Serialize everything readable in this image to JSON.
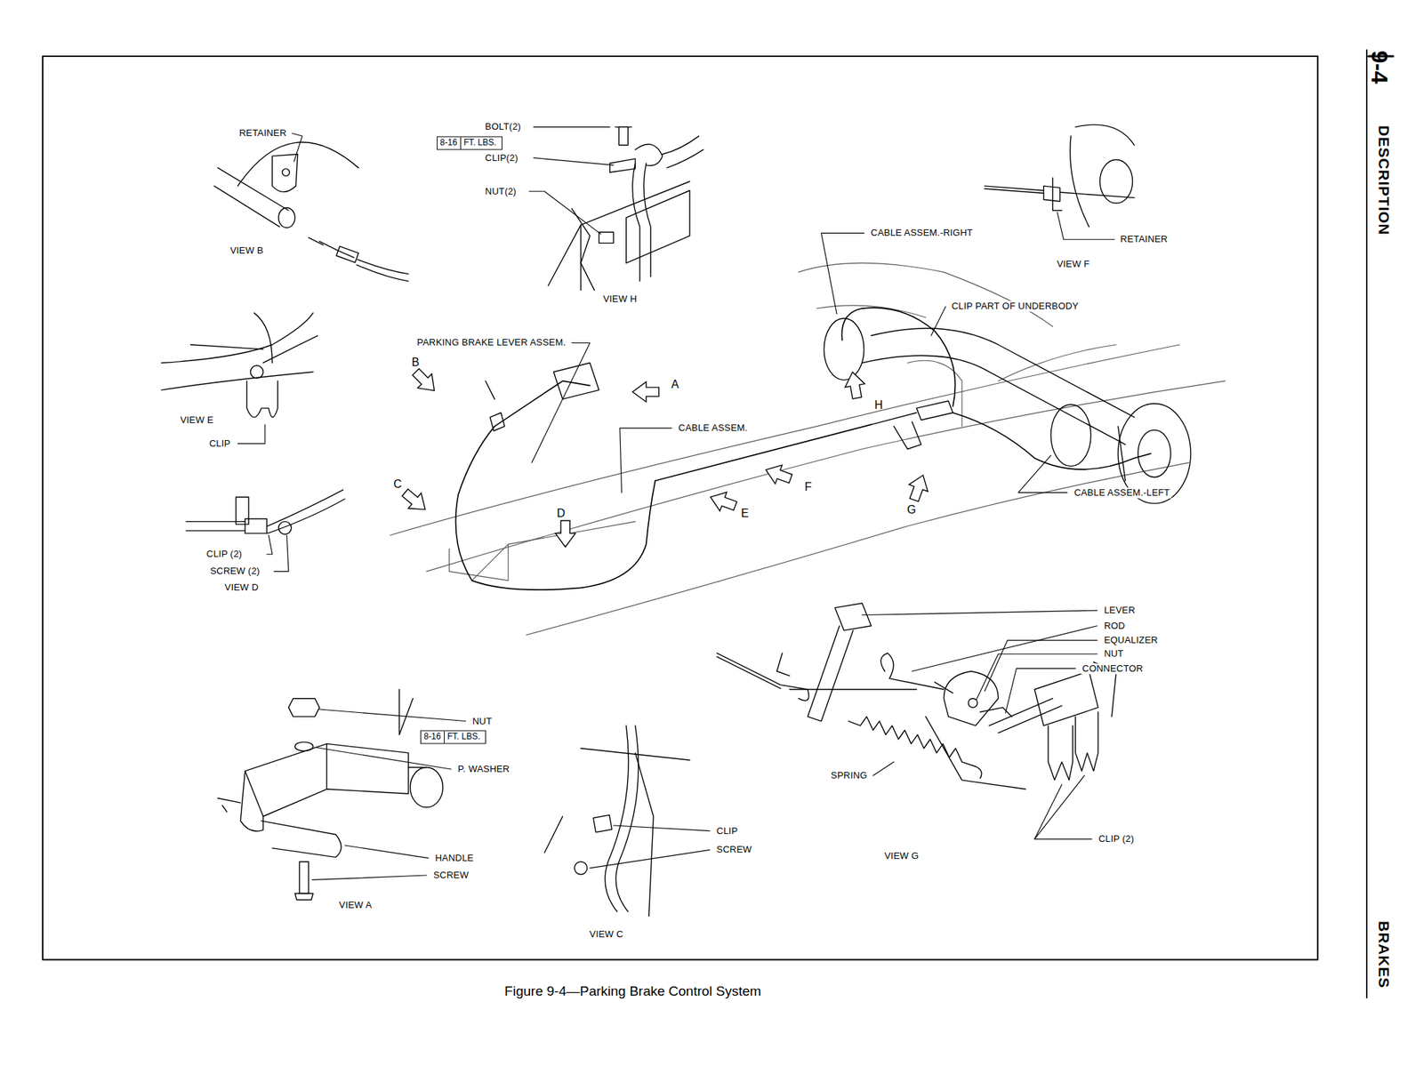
{
  "diagram": {
    "caption": "Figure 9-4—Parking Brake Control System",
    "nodes": [
      {
        "text": [
          "8-16",
          "FT. LBS."
        ]
      },
      {
        "text": [
          "8-16",
          "FT. LBS."
        ]
      }
    ],
    "labels": [
      "9-4",
      "DESCRIPTION",
      "RETAINER",
      "BOLT(2)",
      "CLIP(2)",
      "NUT(2)",
      "CABLE ASSEM.-RIGHT",
      "RETAINER",
      "VIEW B",
      "VIEW F",
      "VIEW H",
      "CLIP PART OF UNDERBODY",
      "PARKING BRAKE LEVER ASSEM.",
      "B",
      "A",
      "H",
      "VIEW E",
      "CABLE ASSEM.",
      "CLIP",
      "C",
      "F",
      "CABLE ASSEM.-LEFT",
      "G",
      "E",
      "D",
      "CLIP (2)",
      "SCREW (2)",
      "VIEW D",
      "LEVER",
      "ROD",
      "EQUALIZER",
      "NUT",
      "CONNECTOR",
      "NUT",
      "P. WASHER",
      "SPRING",
      "CLIP",
      "CLIP (2)",
      "SCREW",
      "VIEW G",
      "HANDLE",
      "SCREW",
      "VIEW A",
      "VIEW C",
      "BRAKES"
    ]
  }
}
